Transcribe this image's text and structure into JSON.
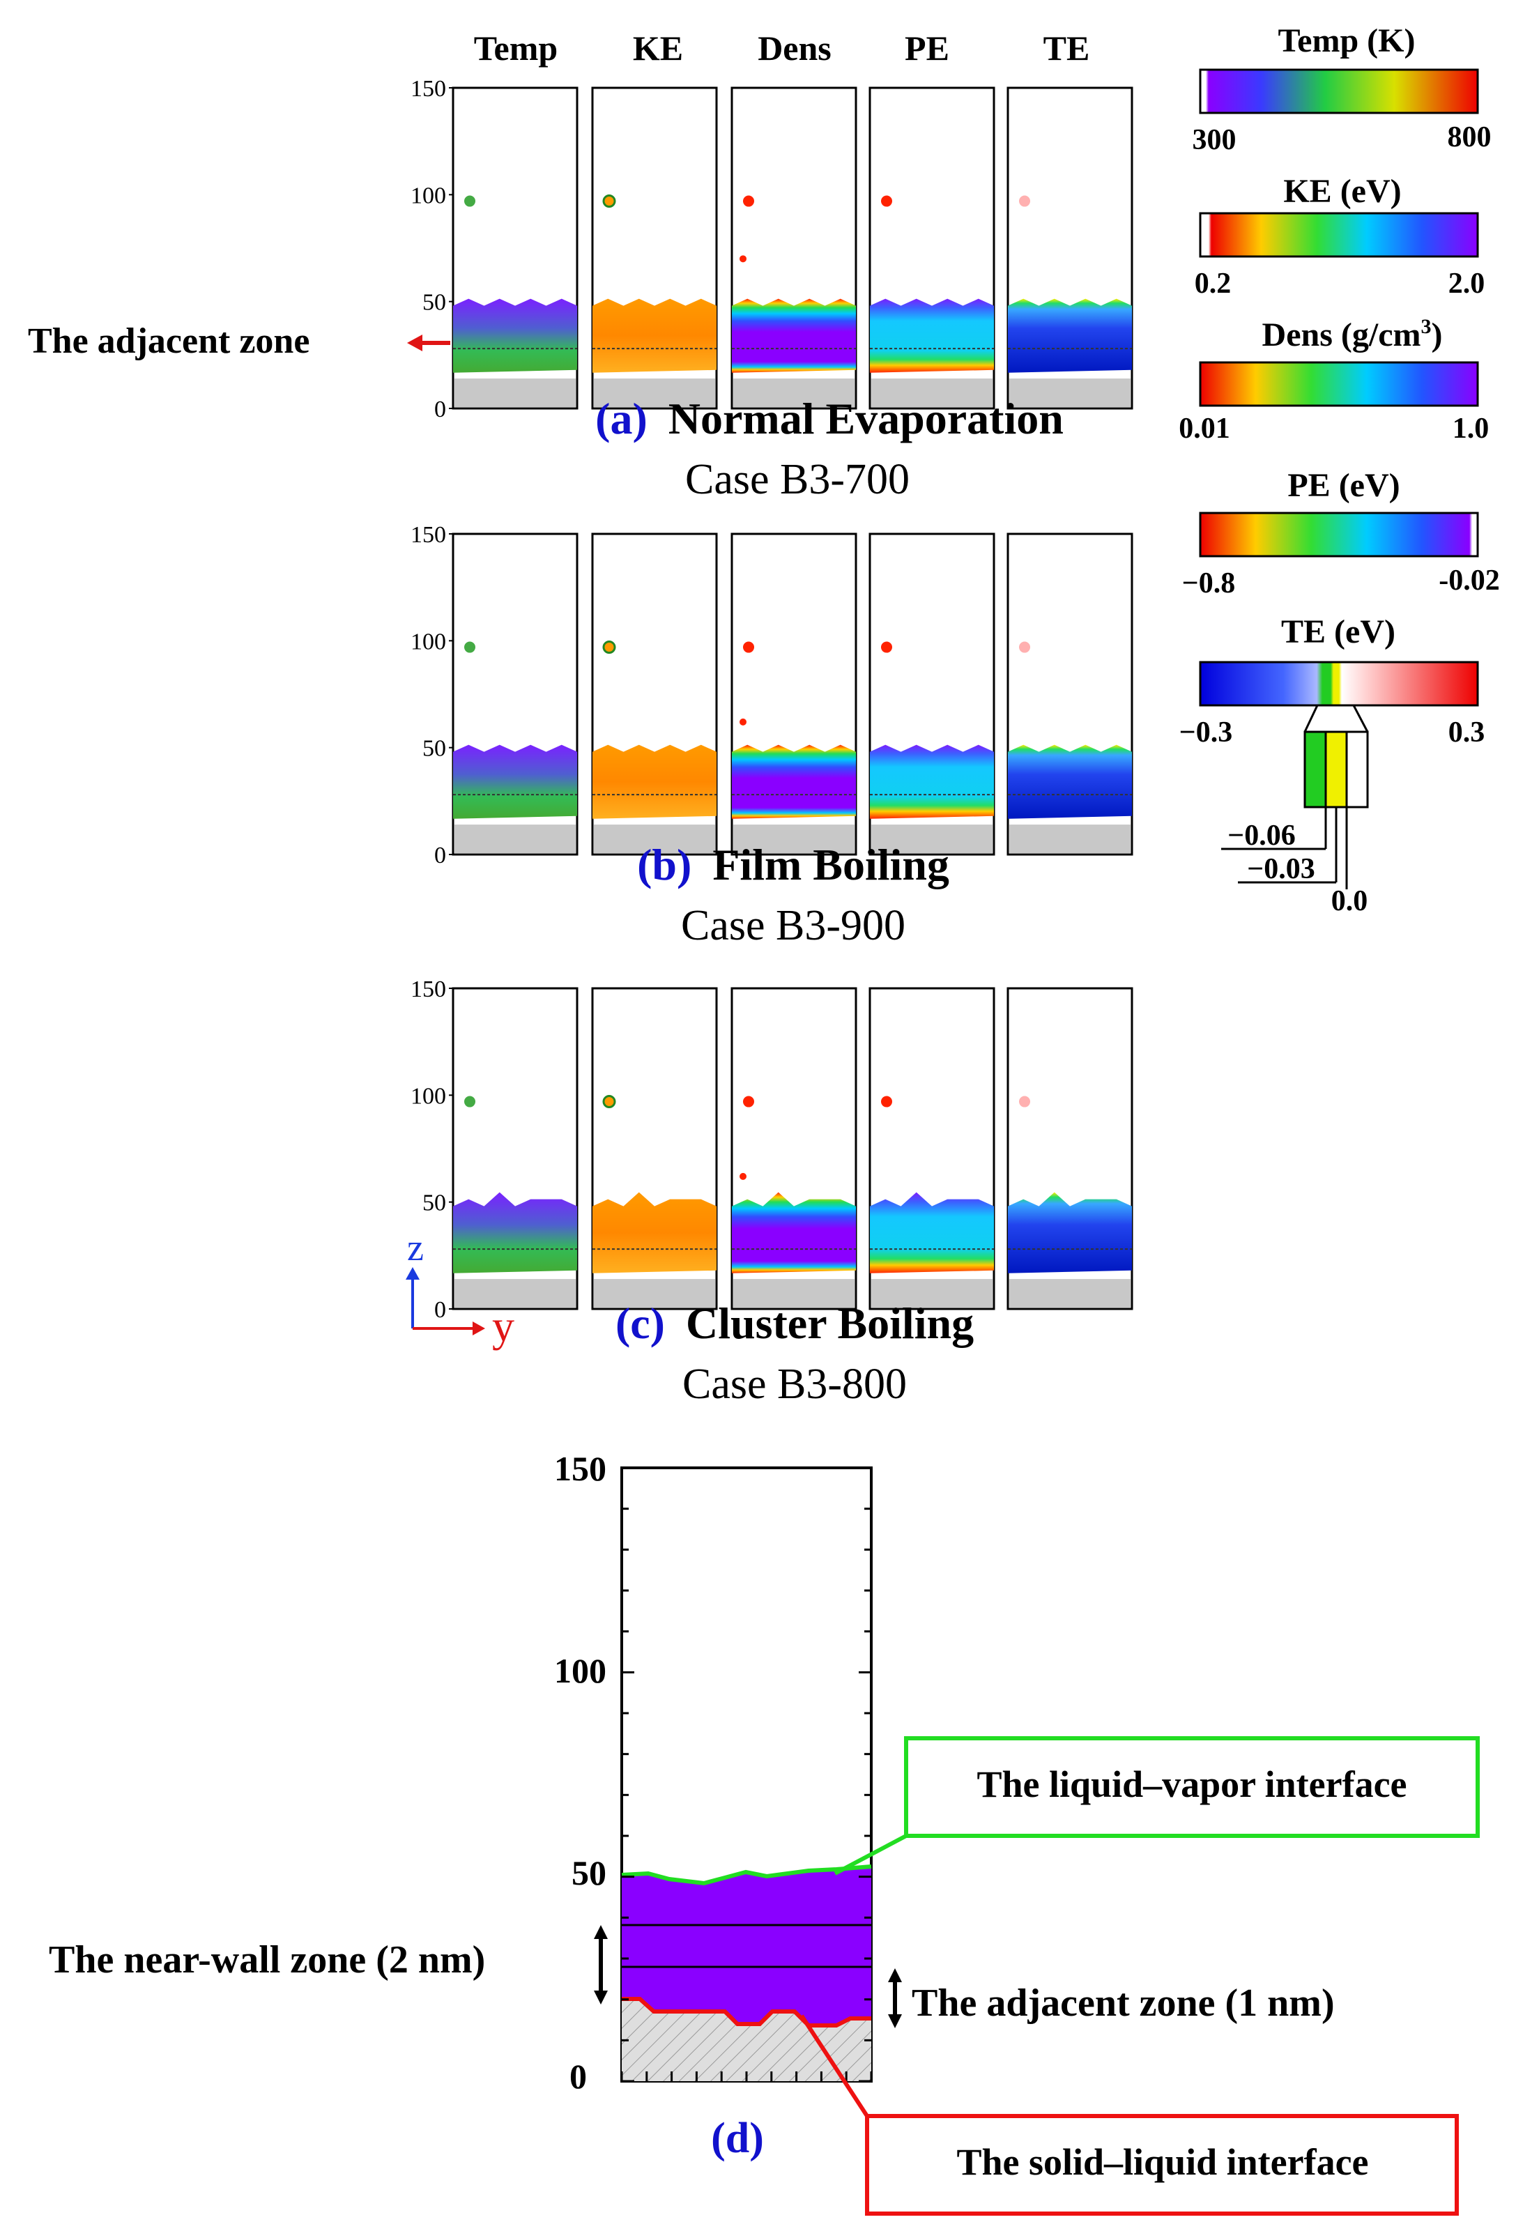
{
  "columns": [
    "Temp",
    "KE",
    "Dens",
    "PE",
    "TE"
  ],
  "z_ticks": [
    "150",
    "100",
    "50",
    "0"
  ],
  "axes": {
    "z": "z",
    "y": "y"
  },
  "adjacent_zone_label": "The adjacent zone",
  "panels": [
    {
      "letter": "(a)",
      "title": "Normal Evaporation",
      "case": "Case B3-700"
    },
    {
      "letter": "(b)",
      "title": "Film Boiling",
      "case": "Case B3-900"
    },
    {
      "letter": "(c)",
      "title": "Cluster Boiling",
      "case": "Case B3-800"
    }
  ],
  "colorbars": [
    {
      "title": "Temp (K)",
      "min": "300",
      "max": "800",
      "palette": "purple-blue-green-yellow-red"
    },
    {
      "title": "KE (eV)",
      "min": "0.2",
      "max": "2.0",
      "palette": "red-yellow-green-cyan-blue-purple"
    },
    {
      "title": "Dens (g/cm",
      "title_sup": "3",
      "title_end": ")",
      "min": "0.01",
      "max": "1.0",
      "palette": "red-yellow-green-cyan-blue-purple"
    },
    {
      "title": "PE (eV)",
      "min": "−0.8",
      "max": "-0.02",
      "palette": "red-yellow-green-cyan-blue-purple"
    },
    {
      "title": "TE (eV)",
      "min": "−0.3",
      "max": "0.3",
      "palette": "blue-white-red"
    }
  ],
  "te_zoom": {
    "labels": [
      "−0.06",
      "−0.03",
      "0.0"
    ],
    "colors": [
      "#22cc22",
      "#f0f000",
      "#ffffff"
    ]
  },
  "panel_d": {
    "letter": "(d)",
    "y_ticks": [
      "150",
      "100",
      "50",
      "0"
    ],
    "liquid_vapor_label": "The liquid–vapor interface",
    "solid_liquid_label": "The solid–liquid interface",
    "near_wall_label": "The near-wall zone (2 nm)",
    "adjacent_label": "The adjacent zone (1 nm)",
    "colors": {
      "liquid": "#8a00ff",
      "liquid_vapor": "#22dd22",
      "solid_liquid": "#ee1111",
      "wall": "#d8d8d8"
    }
  },
  "colors": {
    "letter": "#1111cc",
    "axis_z": "#1a3adf",
    "axis_y": "#e01515",
    "arrow": "#e01515",
    "wall": "#c8c8c8"
  }
}
